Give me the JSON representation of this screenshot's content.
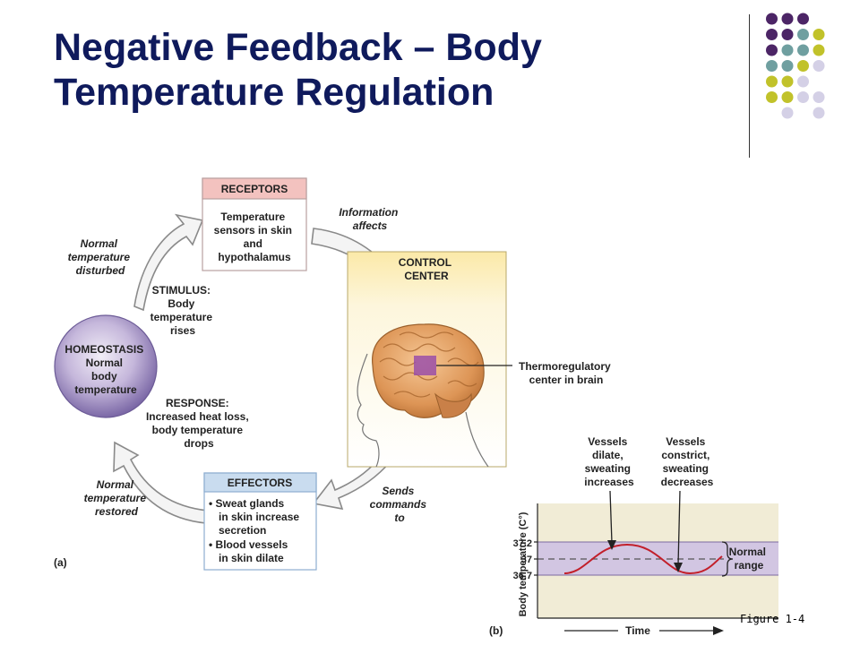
{
  "title": "Negative Feedback – Body Temperature Regulation",
  "figure_label": "Figure 1-4",
  "dot_colors": {
    "purple": "#4c2566",
    "teal": "#6f9fa0",
    "olive": "#c1c22a",
    "lavender": "#d4d0e6"
  },
  "panel_a": {
    "label": "(a)",
    "receptors": {
      "header": "RECEPTORS",
      "lines": [
        "Temperature",
        "sensors in skin",
        "and",
        "hypothalamus"
      ]
    },
    "control_center": {
      "lines": [
        "CONTROL",
        "CENTER"
      ]
    },
    "effectors": {
      "header": "EFFECTORS",
      "lines": [
        "• Sweat glands",
        "in skin increase",
        "secretion",
        "• Blood vessels",
        "in skin dilate"
      ]
    },
    "homeostasis": {
      "lines": [
        "HOMEOSTASIS",
        "Normal",
        "body",
        "temperature"
      ]
    },
    "info_affects": [
      "Information",
      "affects"
    ],
    "sends_commands": [
      "Sends",
      "commands",
      "to"
    ],
    "normal_disturbed": [
      "Normal",
      "temperature",
      "disturbed"
    ],
    "normal_restored": [
      "Normal",
      "temperature",
      "restored"
    ],
    "stimulus": [
      "STIMULUS:",
      "Body",
      "temperature",
      "rises"
    ],
    "response": [
      "RESPONSE:",
      "Increased heat loss,",
      "body temperature",
      "drops"
    ],
    "thermo": [
      "Thermoregulatory",
      "center in brain"
    ]
  },
  "panel_b": {
    "label": "(b)",
    "ylabel": "Body temperature (C°)",
    "xlabel": "Time",
    "ticks": [
      "37.2",
      "37",
      "36.7"
    ],
    "normal_range": [
      "Normal",
      "range"
    ],
    "annot1": [
      "Vessels",
      "dilate,",
      "sweating",
      "increases"
    ],
    "annot2": [
      "Vessels",
      "constrict,",
      "sweating",
      "decreases"
    ]
  }
}
